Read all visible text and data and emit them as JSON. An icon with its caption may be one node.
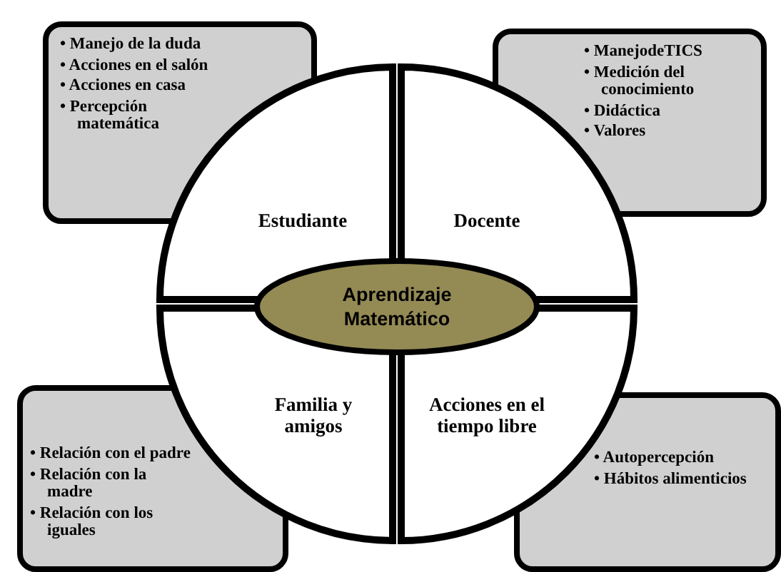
{
  "diagram": {
    "nodes": [
      {
        "text": [
          "• Manejo de la duda",
          "• Acciones en el salón",
          "• Acciones en casa",
          "• Percepción matemática"
        ]
      },
      {
        "text": [
          "• ManejodeTICS",
          "• Medición del conocimiento",
          "• Didáctica",
          "• Valores"
        ]
      },
      {
        "text": [
          "Estudiante"
        ]
      },
      {
        "text": [
          "Docente"
        ]
      },
      {
        "text": [
          "Aprendizaje Matemático"
        ]
      },
      {
        "text": [
          "Familia y amigos"
        ]
      },
      {
        "text": [
          "Acciones en el tiempo libre"
        ]
      },
      {
        "text": [
          "• Relación con el padre",
          "• Relación con la madre",
          "• Relación con los iguales"
        ]
      },
      {
        "text": [
          "• Autopercepción",
          "• Hábitos alimenticios"
        ]
      }
    ]
  }
}
